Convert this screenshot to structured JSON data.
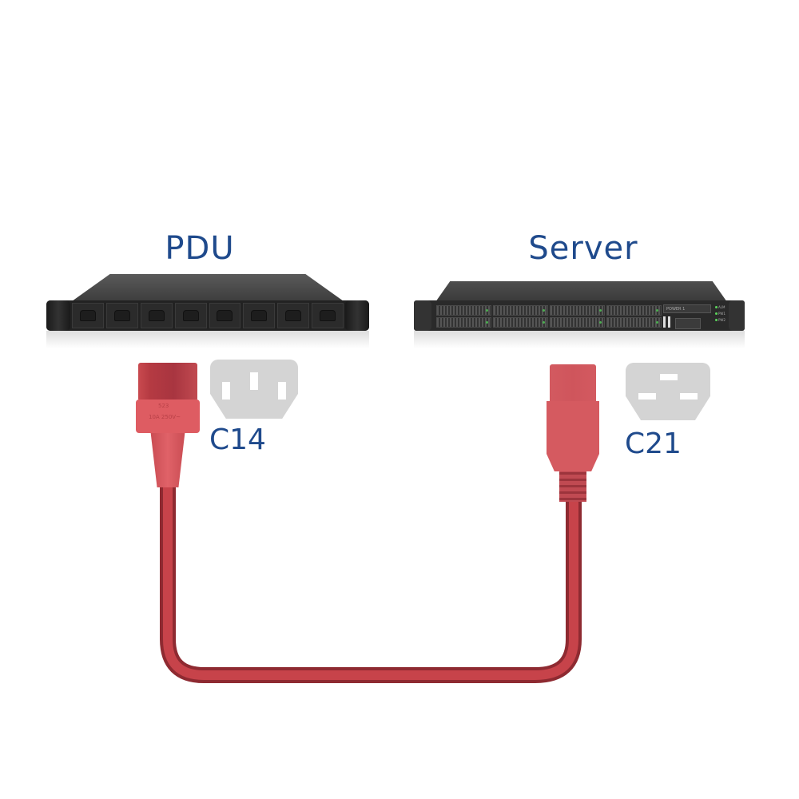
{
  "diagram": {
    "left_device": {
      "title": "PDU",
      "outlet_count": 8
    },
    "right_device": {
      "title": "Server",
      "drive_bays": 8,
      "panel_label": "POWER 1",
      "status_leds": [
        "ALM",
        "PW1",
        "PW2"
      ]
    },
    "left_connector": {
      "type_label": "C14",
      "plug_marking_top": "523",
      "plug_marking_rating": "10A 250V~"
    },
    "right_connector": {
      "type_label": "C21"
    },
    "cable": {
      "color": "#c0383f"
    }
  },
  "colors": {
    "title_blue": "#1f4a8c",
    "connector_red": "#d55a60",
    "cable_red": "#c0383f",
    "face_gray": "#d4d4d4",
    "device_dark": "#2a2a2a"
  }
}
